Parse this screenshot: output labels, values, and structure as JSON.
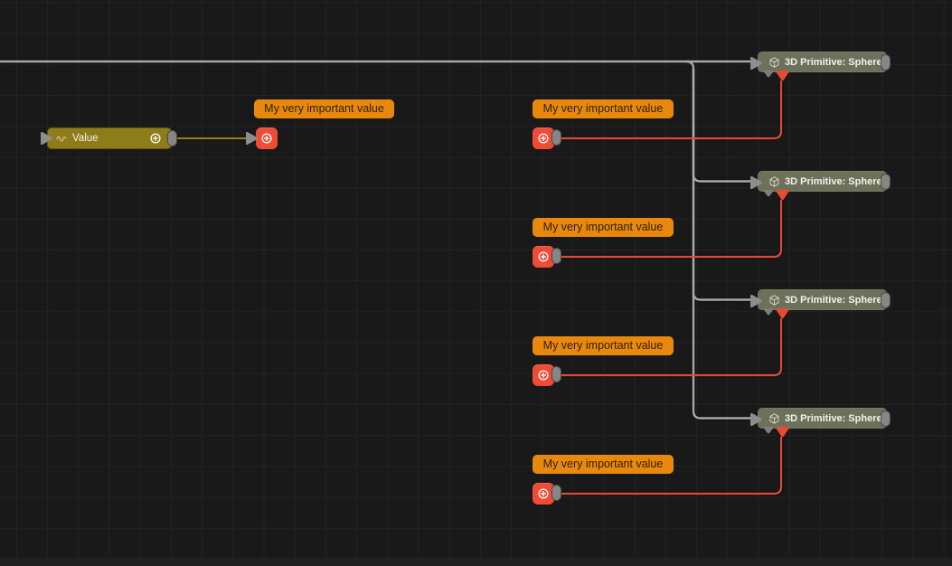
{
  "canvas": {
    "background": "#191919",
    "grid_color": "#232323",
    "bottom_strip_color": "#212121"
  },
  "colors": {
    "wire_gray": "#a9a9a9",
    "wire_red": "#de4b38",
    "wire_olive": "#8f7d20",
    "value_node_bg": "#8e7c19",
    "sphere_node_bg": "#6d7159",
    "portal_bg": "#ef4b35",
    "label_bg": "#e8890e",
    "label_text": "#2f1e05",
    "connector_gray": "#8d8d8d",
    "node_text": "#f2f2f2"
  },
  "value_node": {
    "title": "Value"
  },
  "input_portal": {
    "label": "My very important value"
  },
  "output_portals": [
    {
      "label": "My very important value"
    },
    {
      "label": "My very important value"
    },
    {
      "label": "My very important value"
    },
    {
      "label": "My very important value"
    }
  ],
  "sphere_nodes": [
    {
      "title": "3D Primitive: Sphere"
    },
    {
      "title": "3D Primitive: Sphere"
    },
    {
      "title": "3D Primitive: Sphere"
    },
    {
      "title": "3D Primitive: Sphere"
    }
  ],
  "icons": {
    "value_type_icon": "waveform-icon",
    "portal_icon": "plus-circle-icon",
    "sphere_icon": "cube-icon"
  }
}
